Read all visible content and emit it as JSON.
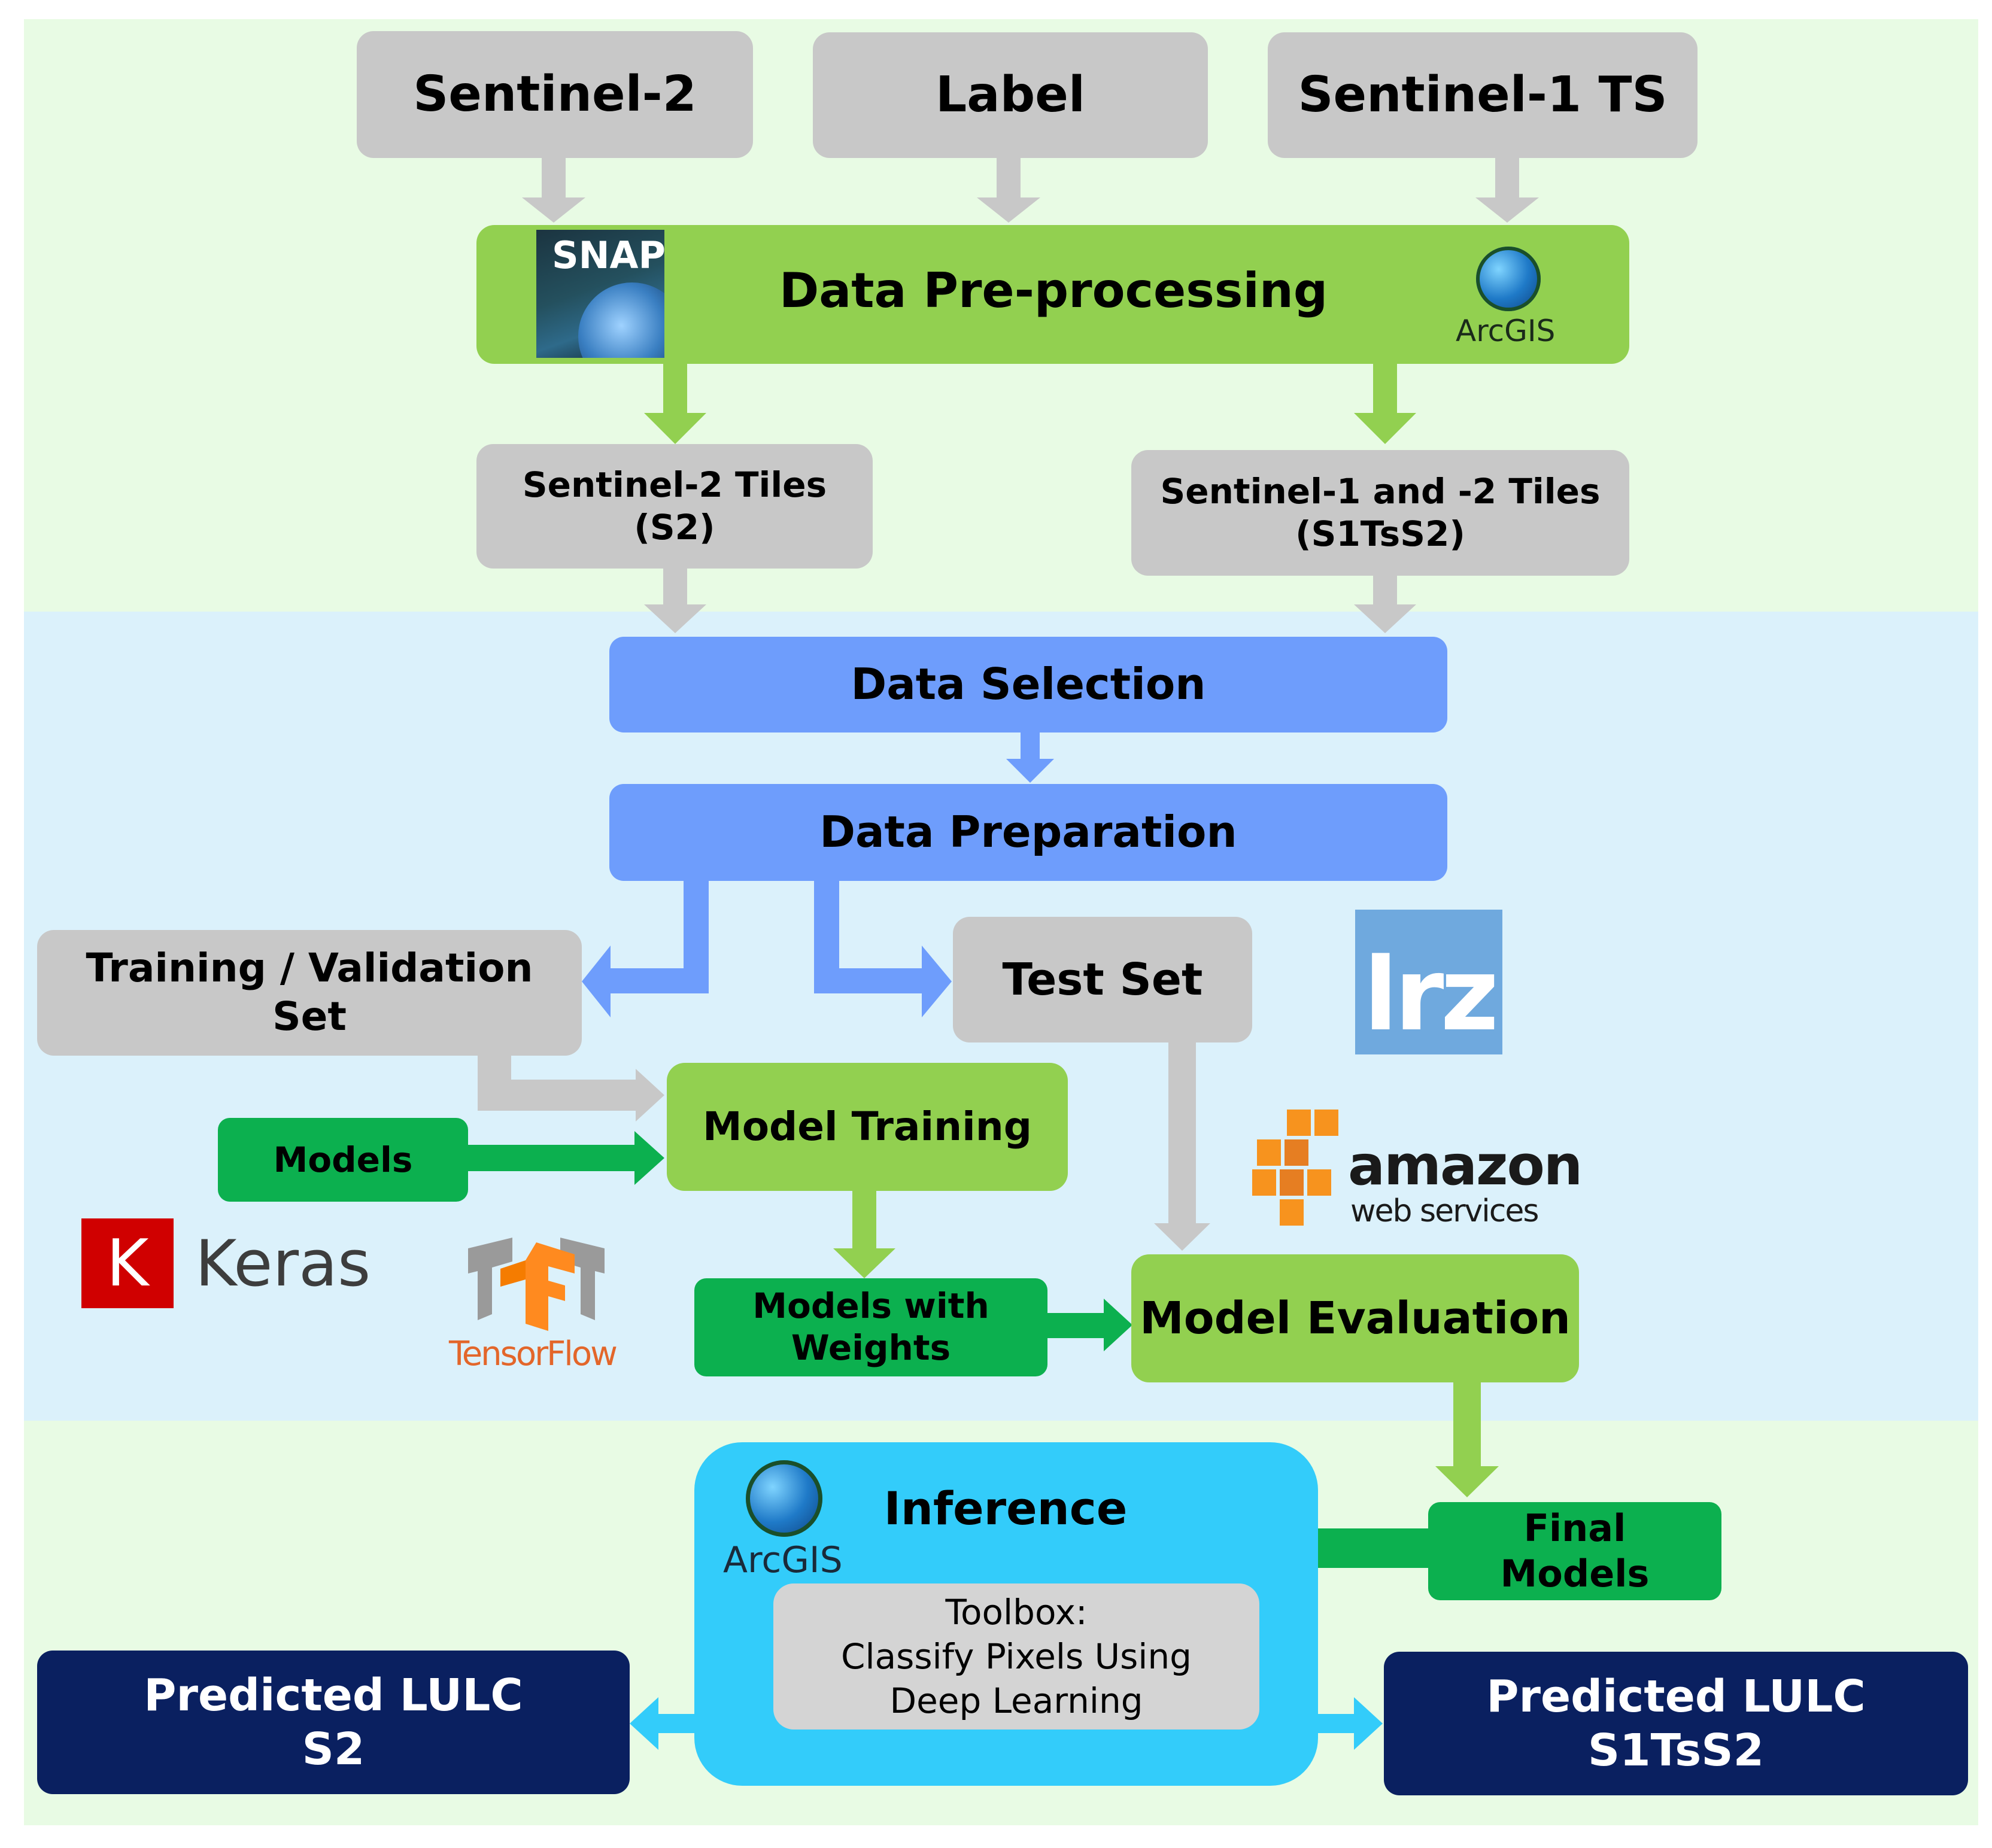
{
  "inputs": {
    "sentinel2": "Sentinel-2",
    "label": "Label",
    "sentinel1ts": "Sentinel-1 TS"
  },
  "preprocessing": {
    "title": "Data Pre-processing",
    "snap_logo": "SNAP",
    "arcgis_logo": "ArcGIS"
  },
  "tiles": {
    "s2": "Sentinel-2 Tiles\n(S2)",
    "s1s2": "Sentinel-1 and -2 Tiles\n(S1TsS2)"
  },
  "data_selection": "Data Selection",
  "data_preparation": "Data Preparation",
  "training_set": "Training / Validation\nSet",
  "test_set": "Test Set",
  "model_training": "Model Training",
  "models": "Models",
  "models_with_weights": "Models with\nWeights",
  "model_evaluation": "Model Evaluation",
  "final_models": "Final\nModels",
  "inference": {
    "title": "Inference",
    "arcgis_logo": "ArcGIS",
    "toolbox": "Toolbox:\nClassify Pixels Using\nDeep Learning"
  },
  "outputs": {
    "s2": "Predicted LULC\nS2",
    "s1s2": "Predicted LULC\nS1TsS2"
  },
  "logos": {
    "lrz": "lrz",
    "amazon_line1": "amazon",
    "amazon_line2": "web services",
    "keras_k": "K",
    "keras": "Keras",
    "tensorflow": "TensorFlow"
  },
  "colors": {
    "gray": "#c8c8c8",
    "green_arrow": "#92d050",
    "blue_arrow": "#6e9dfc",
    "dark_green": "#0cb04f",
    "cyan": "#33ccfa",
    "navy": "#0a2060"
  }
}
